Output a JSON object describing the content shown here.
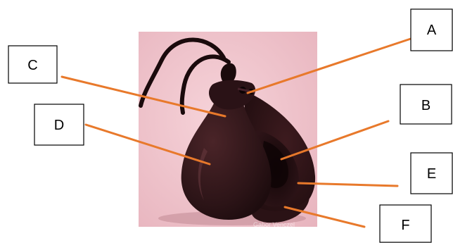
{
  "diagram": {
    "labels": [
      {
        "id": "A",
        "text": "A"
      },
      {
        "id": "B",
        "text": "B"
      },
      {
        "id": "C",
        "text": "C"
      },
      {
        "id": "D",
        "text": "D"
      },
      {
        "id": "E",
        "text": "E"
      },
      {
        "id": "F",
        "text": "F"
      }
    ],
    "watermark": "Gabor Venczel",
    "colors": {
      "leader_line": "#e8792b",
      "photo_background": "#f0c4cc",
      "castanet_body": "#3a1c20",
      "label_border": "#000000"
    }
  }
}
